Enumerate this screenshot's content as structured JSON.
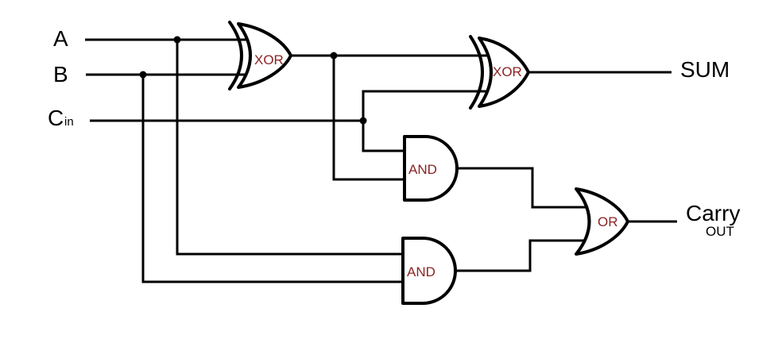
{
  "inputs": [
    {
      "label": "A"
    },
    {
      "label": "B"
    },
    {
      "label": "C",
      "subscript": "in"
    }
  ],
  "outputs": [
    {
      "label": "SUM"
    },
    {
      "label": "Carry",
      "sublabel": "OUT"
    }
  ],
  "gates": [
    {
      "id": "xor-1",
      "type": "XOR",
      "label": "XOR"
    },
    {
      "id": "xor-2",
      "type": "XOR",
      "label": "XOR"
    },
    {
      "id": "and-1",
      "type": "AND",
      "label": "AND"
    },
    {
      "id": "and-2",
      "type": "AND",
      "label": "AND"
    },
    {
      "id": "or-1",
      "type": "OR",
      "label": "OR"
    }
  ],
  "colors": {
    "background": "#ffffff",
    "wire": "#000000",
    "gate_outline": "#000000",
    "gate_label": "#8B2424",
    "io_label": "#000000"
  }
}
